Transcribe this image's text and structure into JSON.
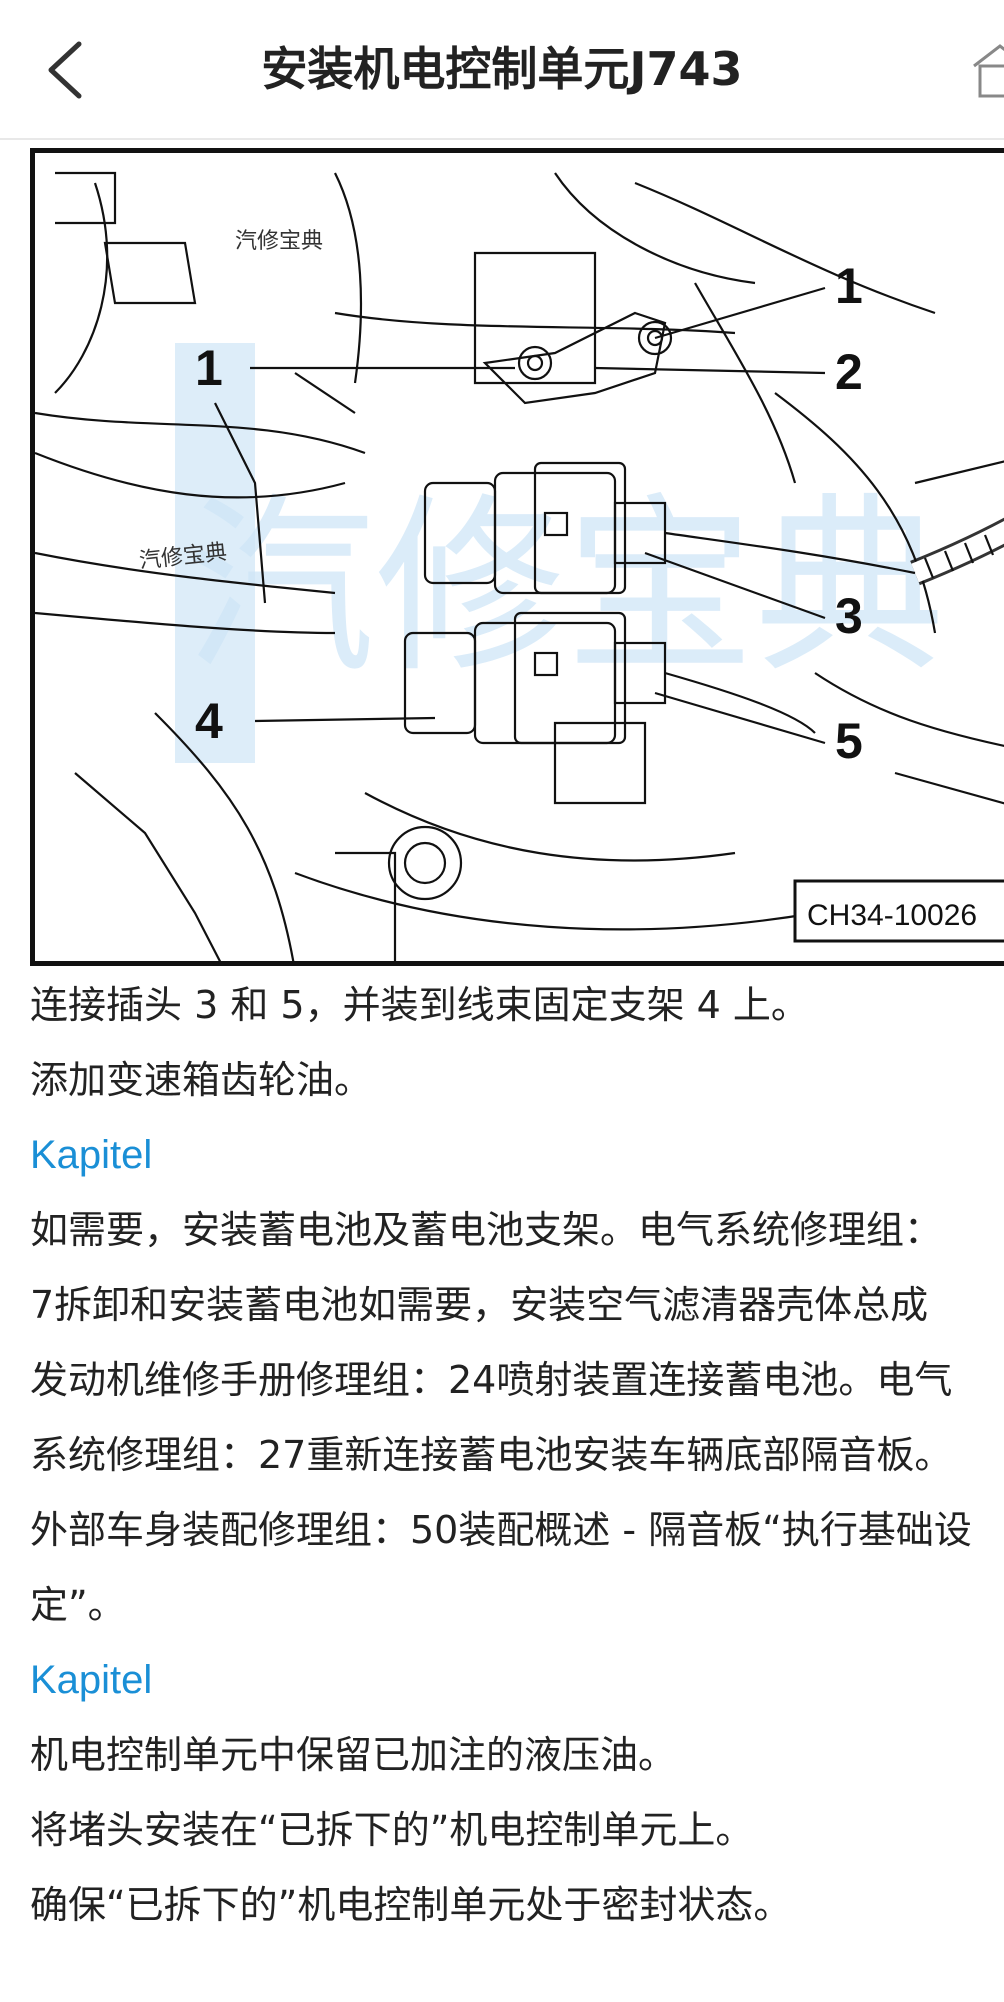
{
  "header": {
    "title": "安装机电控制单元J743",
    "back_icon": "chevron-left-icon",
    "home_icon": "home-icon"
  },
  "figure": {
    "watermark_small_top": "汽修宝典",
    "watermark_small_left": "汽修宝典",
    "watermark_large": "汽修宝典",
    "code": "CH34-10026",
    "callouts": [
      "1",
      "1",
      "2",
      "3",
      "4",
      "5"
    ]
  },
  "content": {
    "lines": [
      {
        "type": "text",
        "text": "连接插头 3 和 5，并装到线束固定支架 4 上。"
      },
      {
        "type": "text",
        "text": "添加变速箱齿轮油。"
      },
      {
        "type": "link",
        "text": "Kapitel"
      },
      {
        "type": "text",
        "text": "如需要，安装蓄电池及蓄电池支架。电气系统修理组："
      },
      {
        "type": "text",
        "text": "7拆卸和安装蓄电池如需要，安装空气滤清器壳体总成"
      },
      {
        "type": "text",
        "text": "发动机维修手册修理组：24喷射装置连接蓄电池。电气"
      },
      {
        "type": "text",
        "text": "系统修理组：27重新连接蓄电池安装车辆底部隔音板。"
      },
      {
        "type": "text",
        "text": "外部车身装配修理组：50装配概述 - 隔音板“执行基础设"
      },
      {
        "type": "text",
        "text": "定”。"
      },
      {
        "type": "link",
        "text": "Kapitel"
      },
      {
        "type": "text",
        "text": "机电控制单元中保留已加注的液压油。"
      },
      {
        "type": "text",
        "text": "将堵头安装在“已拆下的”机电控制单元上。"
      },
      {
        "type": "text",
        "text": "确保“已拆下的”机电控制单元处于密封状态。"
      }
    ]
  },
  "colors": {
    "link": "#1a8fd6",
    "watermark": "#cfe6f7",
    "text": "#222222"
  }
}
